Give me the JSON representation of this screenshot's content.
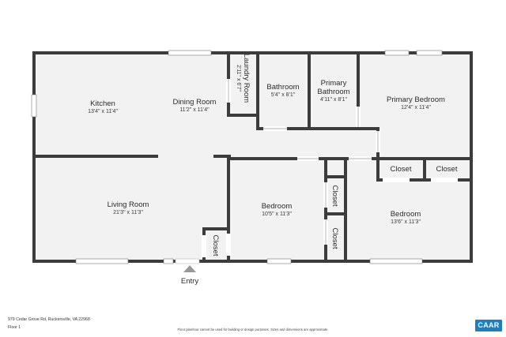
{
  "rooms": {
    "kitchen": {
      "name": "Kitchen",
      "dims": "13'4\" x 11'4\""
    },
    "dining": {
      "name": "Dining Room",
      "dims": "11'2\" x 11'4\""
    },
    "laundry": {
      "name": "Laundry Room",
      "dims": "2'11\" x 6'7\""
    },
    "bath": {
      "name": "Bathroom",
      "dims": "5'4\" x 8'1\""
    },
    "primary_bath": {
      "name_line1": "Primary",
      "name_line2": "Bathroom",
      "dims": "4'11\" x 8'1\""
    },
    "primary_bed": {
      "name": "Primary Bedroom",
      "dims": "12'4\" x 11'4\""
    },
    "living": {
      "name": "Living Room",
      "dims": "21'3\" x 11'3\""
    },
    "bedroom1": {
      "name": "Bedroom",
      "dims": "10'5\" x 11'3\""
    },
    "bedroom2": {
      "name": "Bedroom",
      "dims": "13'6\" x 11'3\""
    },
    "closet_label": "Closet"
  },
  "entry": "Entry",
  "footer": {
    "address": "979 Cedar Grove Rd, Ruckersville, VA 22968",
    "floor": "Floor 1",
    "disclaimer": "Floor plan/tour cannot be used for building or design purposes. Sizes and dimensions are approximate."
  },
  "logo": "CAAR"
}
